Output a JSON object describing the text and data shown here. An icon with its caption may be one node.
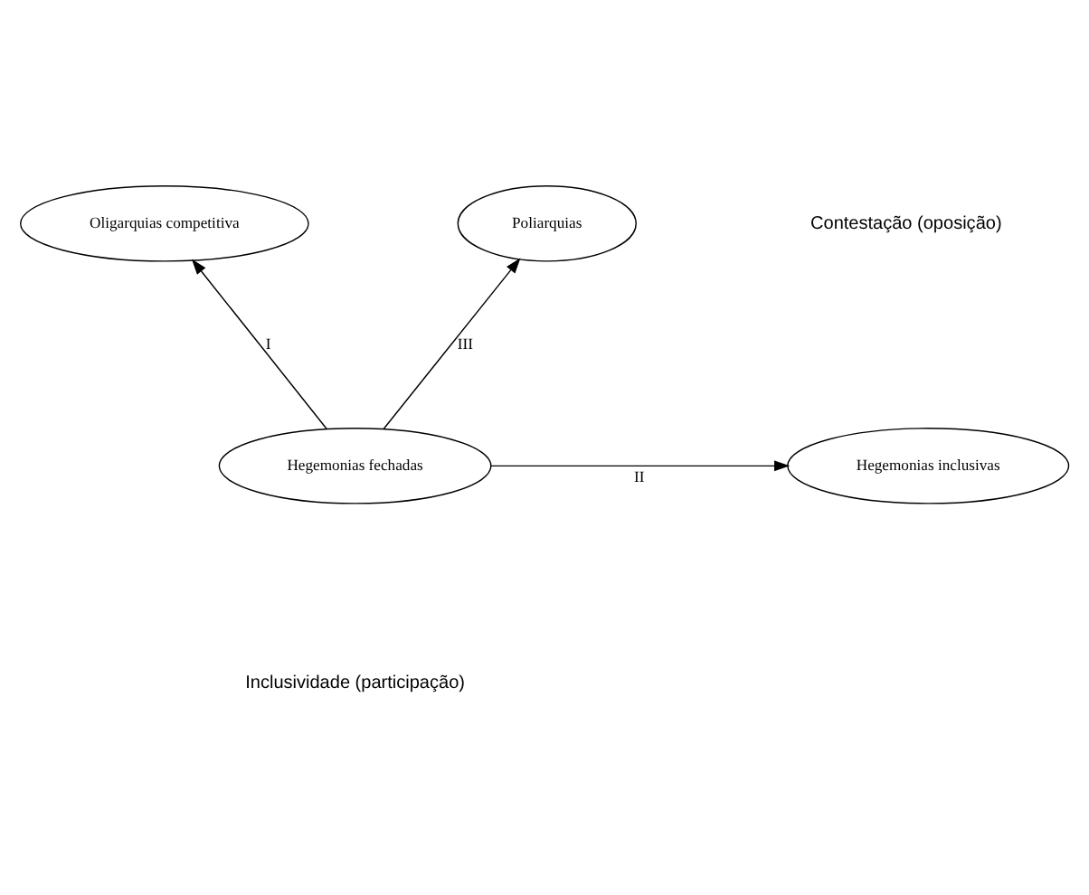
{
  "diagram": {
    "nodes": [
      {
        "text": [
          "Oligarquias competitiva"
        ]
      },
      {
        "text": [
          "Poliarquias"
        ]
      },
      {
        "text": [
          "Hegemonias fechadas"
        ]
      },
      {
        "text": [
          "Hegemonias inclusivas"
        ]
      }
    ],
    "edges": [
      {
        "from": 2,
        "to": 0,
        "arrow": "to",
        "label": "I"
      },
      {
        "from": 2,
        "to": 1,
        "arrow": "to",
        "label": "III"
      },
      {
        "from": 2,
        "to": 3,
        "arrow": "to",
        "label": "II"
      }
    ],
    "labels": [
      "Contestação (oposição)",
      "Inclusividade (participação)"
    ]
  }
}
